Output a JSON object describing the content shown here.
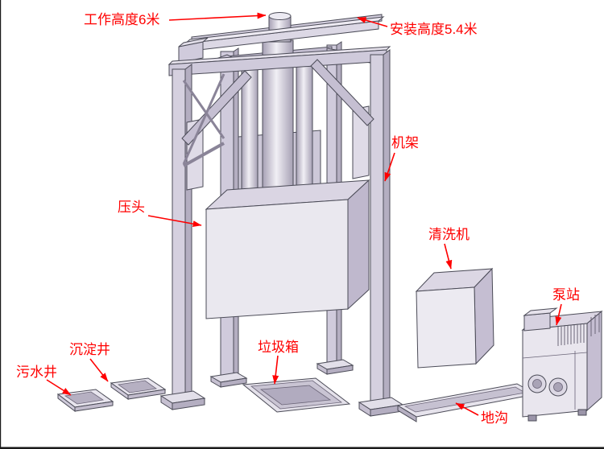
{
  "diagram": {
    "type": "technical-illustration",
    "subject": "vertical-garbage-compactor-station",
    "background": "#ffffff",
    "colors": {
      "label_text": "#ff0000",
      "arrow": "#ff0000",
      "outline": "#4b4b57",
      "machine_light": "#eae8ef",
      "machine_mid": "#cfcadb",
      "machine_dark": "#b4aec1",
      "pit_inner": "#b1abbf"
    },
    "labels": {
      "working_height": "工作高度6米",
      "installation_height": "安装高度5.4米",
      "frame": "机架",
      "press_head": "压头",
      "washing_machine": "清洗机",
      "pump_station": "泵站",
      "settling_well": "沉淀井",
      "sewage_well": "污水井",
      "garbage_bin": "垃圾箱",
      "ground_trench": "地沟"
    }
  }
}
